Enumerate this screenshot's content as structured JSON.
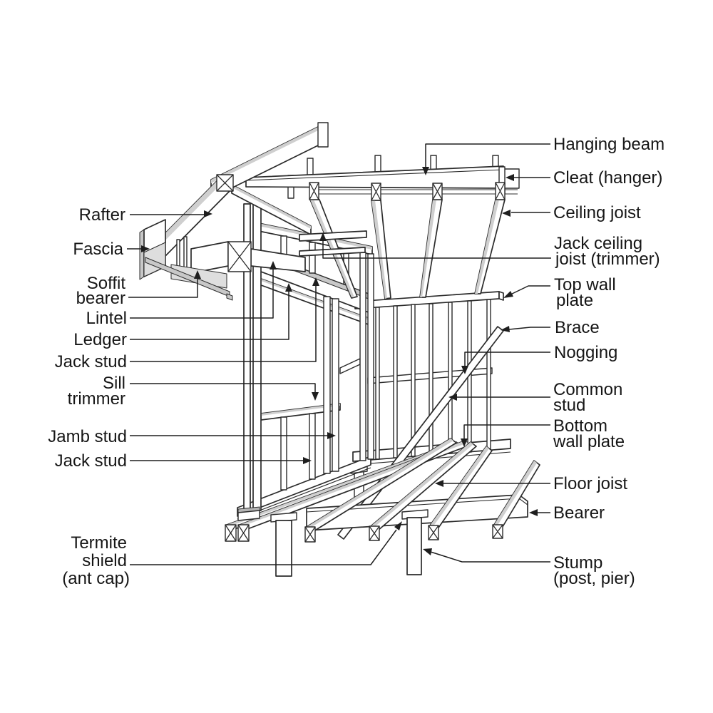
{
  "figure": {
    "type": "diagram",
    "subject": "Timber house framing components: roof, ceiling, wall and floor frame",
    "background_color": "#ffffff",
    "line_color": "#2b2b2b",
    "text_color": "#161616",
    "labels": {
      "right": [
        {
          "id": "hanging-beam",
          "lines": [
            "Hanging beam"
          ]
        },
        {
          "id": "cleat-hanger",
          "lines": [
            "Cleat (hanger)"
          ]
        },
        {
          "id": "ceiling-joist",
          "lines": [
            "Ceiling joist"
          ]
        },
        {
          "id": "jack-ceiling-joist",
          "lines": [
            "Jack ceiling",
            "joist (trimmer)"
          ]
        },
        {
          "id": "top-wall-plate",
          "lines": [
            "Top wall",
            "plate"
          ]
        },
        {
          "id": "brace",
          "lines": [
            "Brace"
          ]
        },
        {
          "id": "nogging",
          "lines": [
            "Nogging"
          ]
        },
        {
          "id": "common-stud",
          "lines": [
            "Common",
            "stud"
          ]
        },
        {
          "id": "bottom-wall-plate",
          "lines": [
            "Bottom",
            "wall plate"
          ]
        },
        {
          "id": "floor-joist",
          "lines": [
            "Floor joist"
          ]
        },
        {
          "id": "bearer",
          "lines": [
            "Bearer"
          ]
        },
        {
          "id": "stump",
          "lines": [
            "Stump",
            "(post, pier)"
          ]
        }
      ],
      "left": [
        {
          "id": "rafter",
          "lines": [
            "Rafter"
          ]
        },
        {
          "id": "fascia",
          "lines": [
            "Fascia"
          ]
        },
        {
          "id": "soffit-bearer",
          "lines": [
            "Soffit",
            "bearer"
          ]
        },
        {
          "id": "lintel",
          "lines": [
            "Lintel"
          ]
        },
        {
          "id": "ledger",
          "lines": [
            "Ledger"
          ]
        },
        {
          "id": "jack-stud-upper",
          "lines": [
            "Jack stud"
          ]
        },
        {
          "id": "sill-trimmer",
          "lines": [
            "Sill",
            "trimmer"
          ]
        },
        {
          "id": "jamb-stud",
          "lines": [
            "Jamb stud"
          ]
        },
        {
          "id": "jack-stud-lower",
          "lines": [
            "Jack stud"
          ]
        },
        {
          "id": "termite-shield",
          "lines": [
            "Termite",
            "shield",
            "(ant cap)"
          ]
        }
      ]
    }
  }
}
